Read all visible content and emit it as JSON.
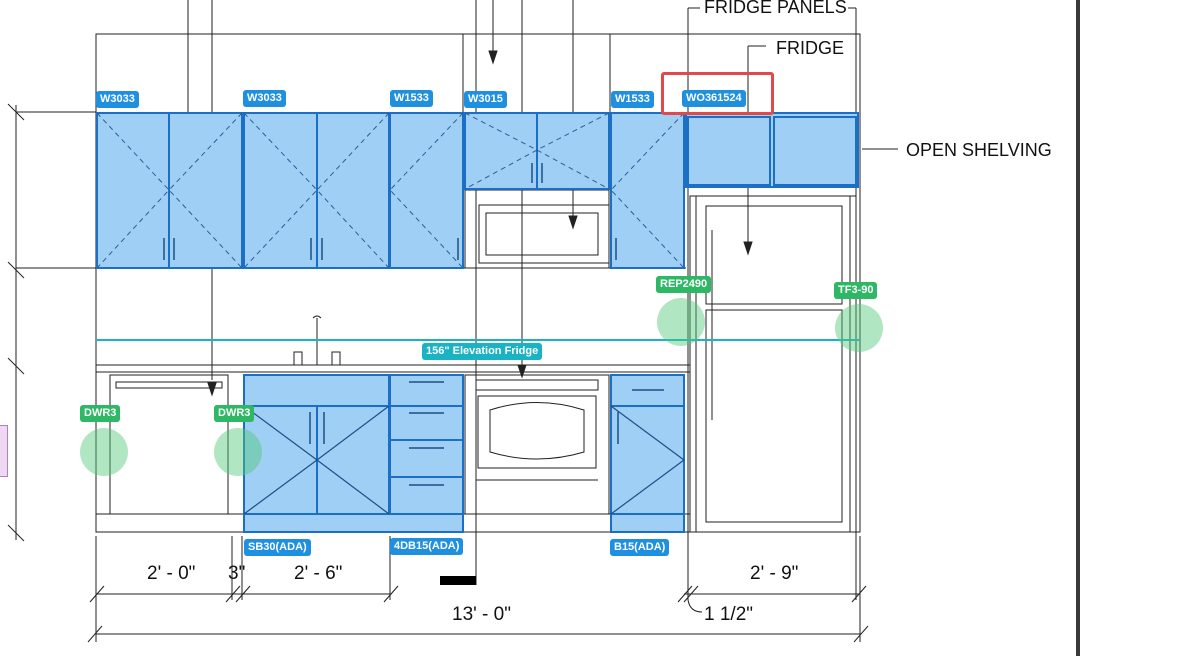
{
  "upper_cabinets": [
    {
      "code": "W3033"
    },
    {
      "code": "W3033"
    },
    {
      "code": "W1533"
    },
    {
      "code": "W3015"
    },
    {
      "code": "W1533"
    },
    {
      "code": "WO361524"
    }
  ],
  "base_cabinets": [
    {
      "code": "SB30(ADA)"
    },
    {
      "code": "4DB15(ADA)"
    },
    {
      "code": "B15(ADA)"
    }
  ],
  "fillers": [
    {
      "code": "DWR3"
    },
    {
      "code": "DWR3"
    },
    {
      "code": "REP2490"
    },
    {
      "code": "TF3-90"
    }
  ],
  "elevation_line": {
    "label": "156\" Elevation Fridge",
    "color": "#19b3c4"
  },
  "callouts": {
    "fridge_panels": "FRIDGE PANELS",
    "fridge": "FRIDGE",
    "open_shelving": "OPEN SHELVING"
  },
  "dimensions": {
    "d1": "2' - 0\"",
    "d2": "3\"",
    "d3": "2' - 6\"",
    "d4": "2' - 9\"",
    "total": "13' - 0\"",
    "d5": "1 1/2\""
  },
  "colors": {
    "cabinet_fill": "#9fcff5",
    "cabinet_stroke": "#1b6fc4",
    "tag_blue": "#1f8fe0",
    "tag_green": "#2eb764",
    "selection": "#e04a4a"
  }
}
